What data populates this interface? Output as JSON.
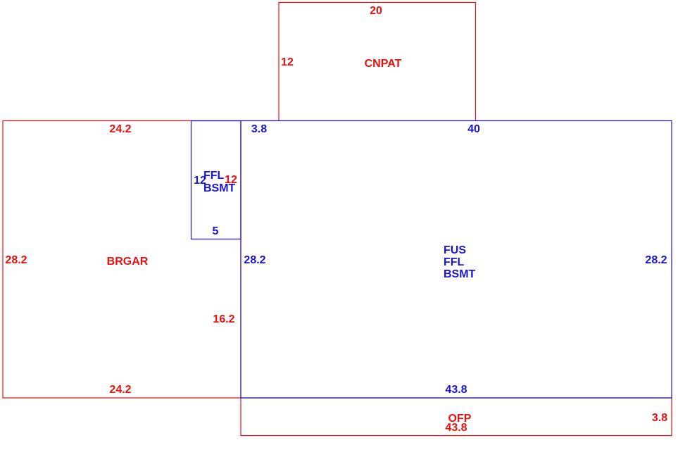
{
  "colors": {
    "red": "#e8110f",
    "blue": "#1a14d8",
    "background": "#ffffff"
  },
  "areas": {
    "cnpat": {
      "name": "CNPAT",
      "top_dim": "20",
      "side_dim": "12"
    },
    "brgar": {
      "name": "BRGAR",
      "top_dim": "24.2",
      "left_dim": "28.2",
      "bottom_dim": "24.2",
      "right_dim_upper": "12",
      "right_dim_lower": "16.2"
    },
    "ffl_bsmt": {
      "name_line1": "FFL",
      "name_line2": "BSMT",
      "left_dim": "12",
      "bottom_dim": "5"
    },
    "main": {
      "name_line1": "FUS",
      "name_line2": "FFL",
      "name_line3": "BSMT",
      "top_left_dim": "3.8",
      "top_dim": "40",
      "left_dim": "28.2",
      "right_dim": "28.2",
      "bottom_dim": "43.8"
    },
    "ofp": {
      "name": "OFP",
      "bottom_dim": "43.8",
      "right_dim": "3.8"
    }
  }
}
